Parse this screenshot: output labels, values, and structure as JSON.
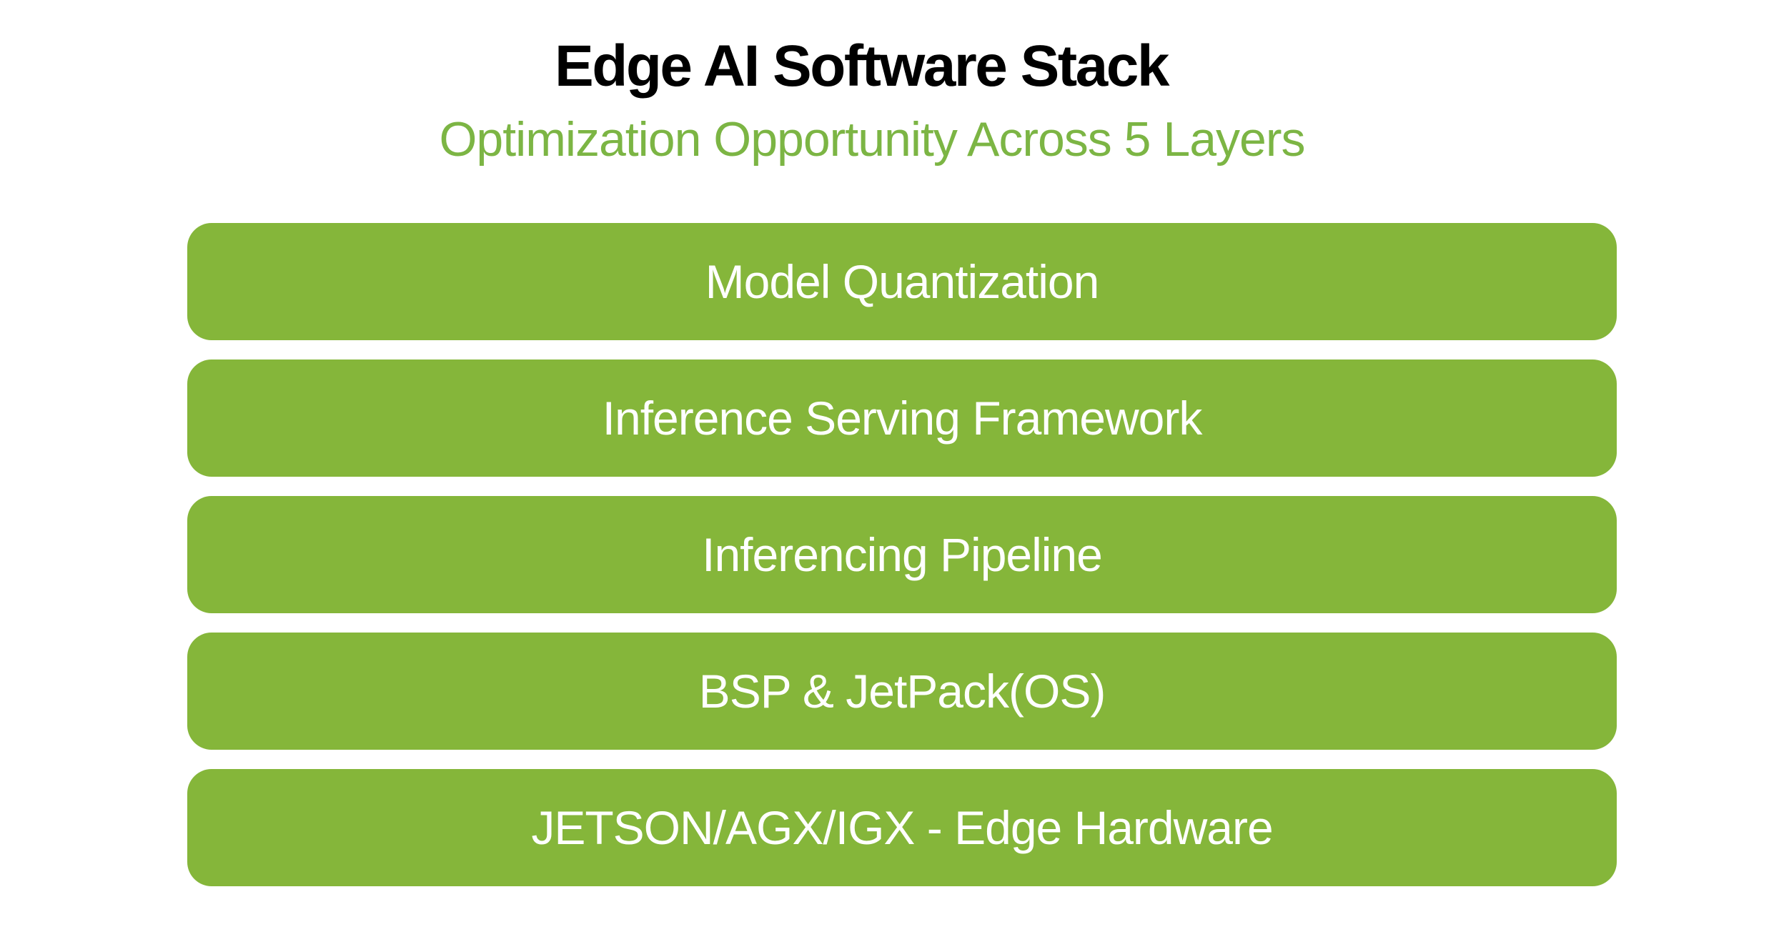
{
  "header": {
    "title": "Edge AI Software Stack",
    "subtitle": "Optimization Opportunity Across 5 Layers"
  },
  "stack": {
    "layer_count": 5,
    "layers": [
      {
        "label": "Model Quantization"
      },
      {
        "label": "Inference Serving Framework"
      },
      {
        "label": "Inferencing Pipeline"
      },
      {
        "label": "BSP & JetPack(OS)"
      },
      {
        "label": "JETSON/AGX/IGX - Edge Hardware"
      }
    ]
  },
  "colors": {
    "bar_green": "#85B63A",
    "subtitle_green": "#7CB544",
    "title_color": "#000000",
    "bar_text": "#FFFFFF",
    "background": "#FFFFFF"
  }
}
